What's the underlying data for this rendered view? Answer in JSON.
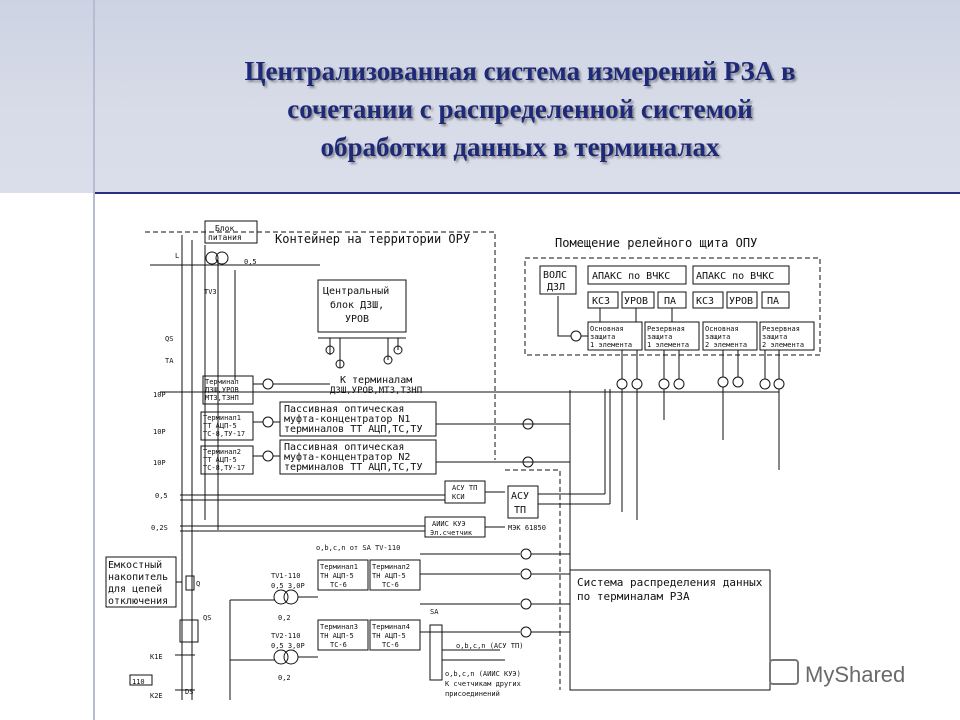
{
  "title": {
    "line1": "Централизованная система измерений РЗА в",
    "line2": "сочетании с распределенной системой",
    "line3": "обработки данных в терминалах"
  },
  "diagram": {
    "container_label": "Контейнер на территории ОРУ",
    "room_label": "Помещение релейного щита ОПУ",
    "power_block": [
      "Блок",
      "питания"
    ],
    "central_block": [
      "Центральный",
      "блок ДЗШ,",
      "УРОВ"
    ],
    "to_terminals": [
      "К терминалам",
      "ДЗШ,УРОВ,МТЗ,ТЗНП"
    ],
    "terminal_dzsh": [
      "Терминал",
      "ДЗШ,УРОВ",
      "МТЗ,ТЗНП"
    ],
    "terminal_tt1": [
      "Терминал1",
      "ТТ АЦП-5",
      "ТС-8,ТУ-17"
    ],
    "terminal_tt2": [
      "Терминал2",
      "ТТ АЦП-5",
      "ТС-8,ТУ-17"
    ],
    "coupler1": [
      "Пассивная оптическая",
      "муфта-концентратор N1",
      "терминалов ТТ АЦП,ТС,ТУ"
    ],
    "coupler2": [
      "Пассивная оптическая",
      "муфта-концентратор N2",
      "терминалов ТТ АЦП,ТС,ТУ"
    ],
    "asu_tp_ksi": [
      "АСУ ТП",
      "КСИ"
    ],
    "aiis_kue": [
      "АИИС КУЭ",
      "Эл.счетчик"
    ],
    "asu_tp": [
      "АСУ",
      "ТП"
    ],
    "mek": "МЭК 61850",
    "vols": [
      "ВОЛС",
      "ДЗЛ"
    ],
    "apaks_left": "АПАКС по ВЧКС",
    "apaks_right": "АПАКС по ВЧКС",
    "channels": [
      "КСЗ",
      "УРОВ",
      "ПА",
      "КСЗ",
      "УРОВ",
      "ПА"
    ],
    "protections": [
      [
        "Основная",
        "защита",
        "1 элемента"
      ],
      [
        "Резервная",
        "защита",
        "1 элемента"
      ],
      [
        "Основная",
        "защита",
        "2 элемента"
      ],
      [
        "Резервная",
        "защита",
        "2 элемента"
      ]
    ],
    "distribution": [
      "Система распределения данных",
      "по терминалам РЗА"
    ],
    "storage": [
      "Емкостный",
      "накопитель",
      "для цепей",
      "отключения"
    ],
    "tn_terminal1": [
      "Терминал1",
      "ТН АЦП-5",
      "ТС-6"
    ],
    "tn_terminal2": [
      "Терминал2",
      "ТН АЦП-5",
      "ТС-6"
    ],
    "tn_terminal3": [
      "Терминал3",
      "ТН АЦП-5",
      "ТС-6"
    ],
    "tn_terminal4": [
      "Терминал4",
      "ТН АЦП-5",
      "ТС-6"
    ],
    "obc_sa": "о,b,c,n от SA TV-110",
    "obc_asu": "о,b,c,n (АСУ ТП)",
    "obc_aiis": "о,b,c,n (АИИС КУЭ)",
    "counters": [
      "К счетчикам других",
      "присоединений"
    ],
    "small": {
      "L": "L",
      "tv3": "TV3",
      "v05": "0,5",
      "qs": "QS",
      "ta": "TA",
      "p10a": "10P",
      "p10b": "10P",
      "p10c": "10P",
      "p05": "0,5",
      "p02s": "0,2S",
      "q": "Q",
      "qs2": "QS",
      "tv1": "TV1-110",
      "tv1_val": "0,5 3,0P",
      "v02a": "0,2",
      "tv2": "TV2-110",
      "tv2_val": "0,5 3,0P",
      "v02b": "0,2",
      "sa": "SA",
      "k1e": "K1E",
      "k2e": "K2E",
      "n110": "110",
      "ds": "DS"
    }
  },
  "watermark": "MyShared"
}
